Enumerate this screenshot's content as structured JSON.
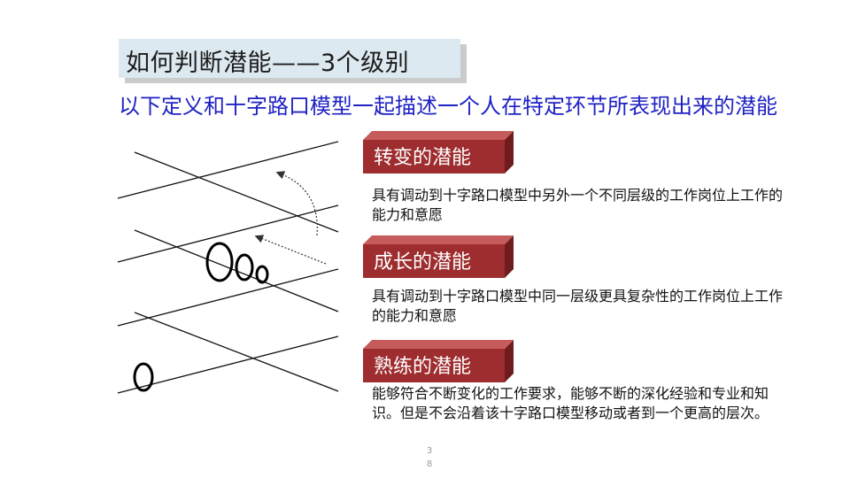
{
  "slide": {
    "title": "如何判断潜能——3个级别",
    "subtitle": "以下定义和十字路口模型一起描述一个人在特定环节所表现出来的潜能",
    "page_number": "38"
  },
  "levels": [
    {
      "label": "转变的潜能",
      "description": "具有调动到十字路口模型中另外一个不同层级的工作岗位上工作的能力和意愿"
    },
    {
      "label": "成长的潜能",
      "description": "具有调动到十字路口模型中同一层级更具复杂性的工作岗位上工作的能力和意愿"
    },
    {
      "label": "熟练的潜能",
      "description": "能够符合不断变化的工作要求，能够不断的深化经验和专业和知识。但是不会沿着该十字路口模型移动或者到一个更高的层次。"
    }
  ],
  "colors": {
    "title_bg": "#dce9f0",
    "subtitle_text": "#1f22c4",
    "box_front": "#9e2d2f",
    "box_top": "#c65b5b",
    "box_side": "#6e1c1e"
  }
}
